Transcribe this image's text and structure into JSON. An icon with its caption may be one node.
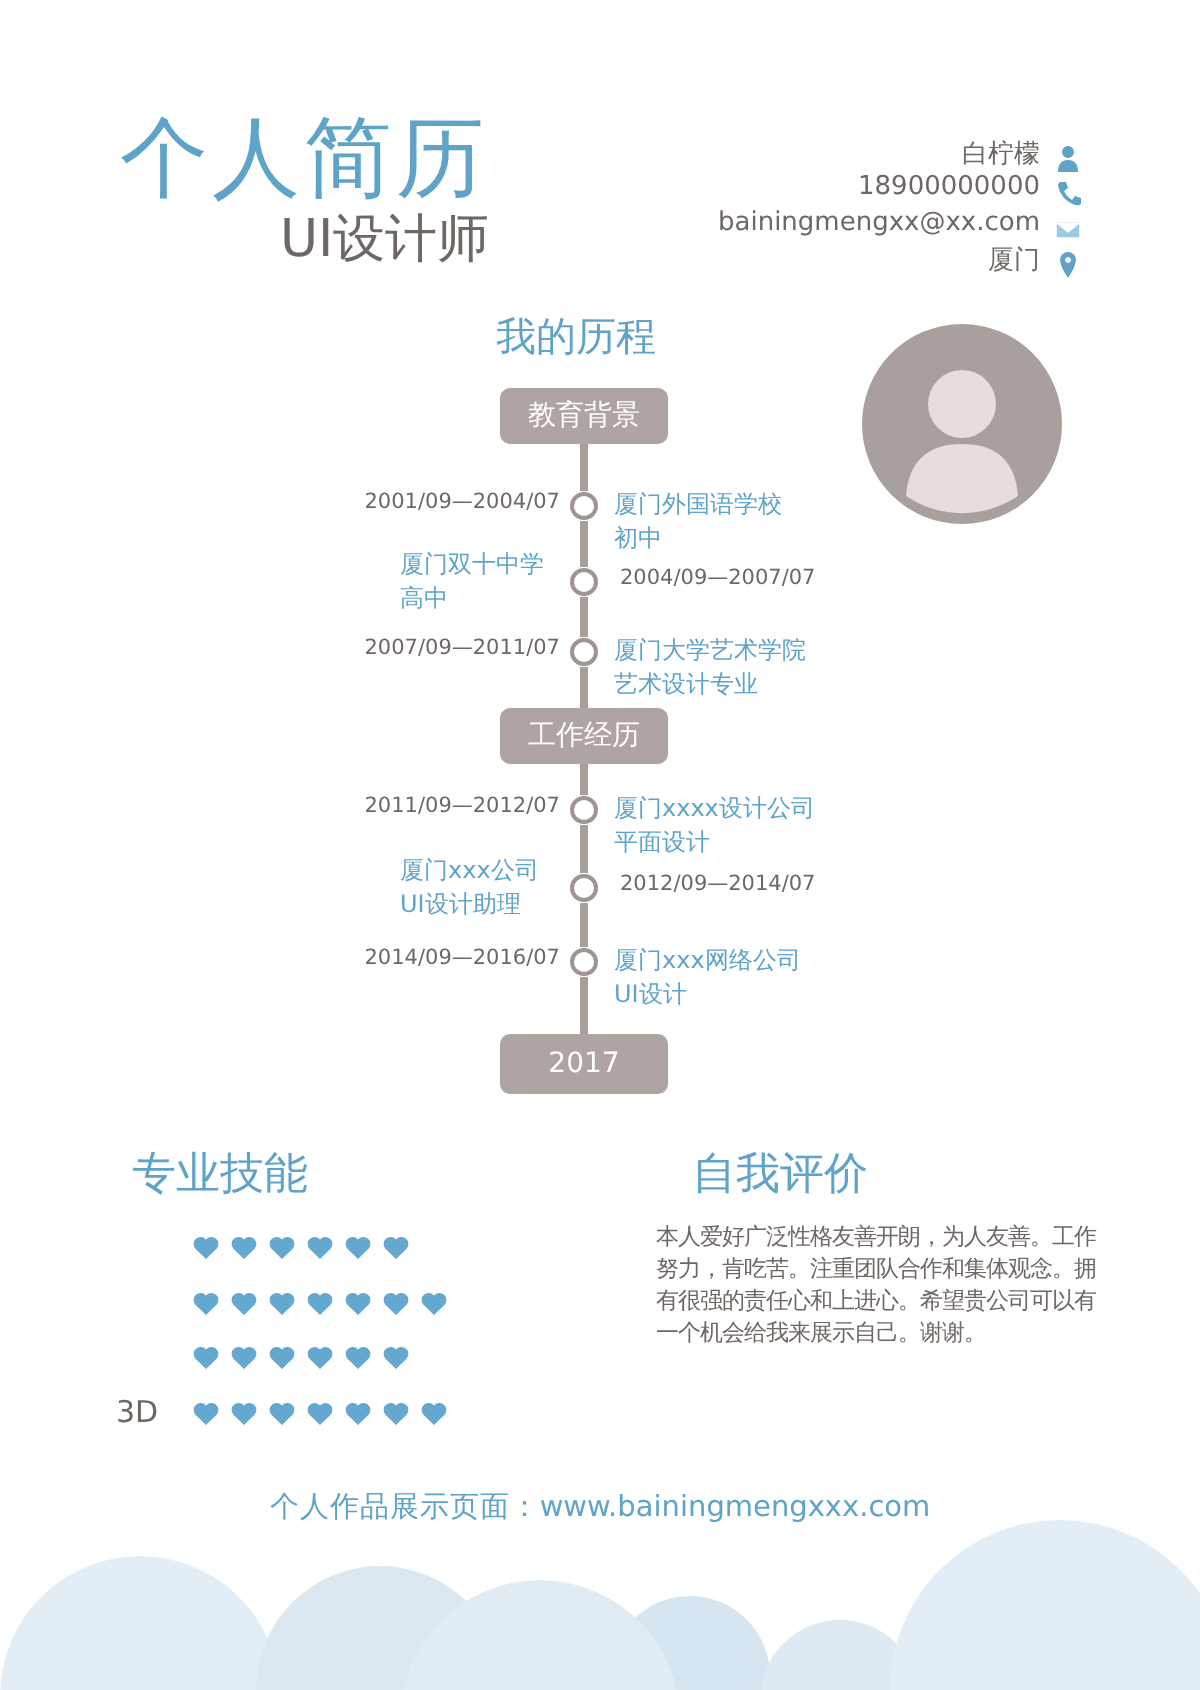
{
  "diagram": {
    "title": "个人简历",
    "nodes": [
      {
        "text": [
          "教育背景"
        ]
      },
      {
        "text": [],
        "shape": "circle",
        "beside": [
          "2001/09—2004/07",
          "厦门外国语学校",
          "初中"
        ]
      },
      {
        "text": [],
        "shape": "circle",
        "beside": [
          "厦门双十中学",
          "高中",
          "2004/09—2007/07"
        ]
      },
      {
        "text": [],
        "shape": "circle",
        "beside": [
          "2007/09—2011/07",
          "厦门大学艺术学院",
          "艺术设计专业"
        ]
      },
      {
        "text": [
          "工作经历"
        ]
      },
      {
        "text": [],
        "shape": "circle",
        "beside": [
          "2011/09—2012/07",
          "厦门xxxx设计公司",
          "平面设计"
        ]
      },
      {
        "text": [],
        "shape": "circle",
        "beside": [
          "厦门xxx公司",
          "UI设计助理",
          "2012/09—2014/07"
        ]
      },
      {
        "text": [],
        "shape": "circle",
        "beside": [
          "2014/09—2016/07",
          "厦门xxx网络公司",
          "UI设计"
        ]
      },
      {
        "text": [
          "2017"
        ]
      }
    ],
    "edges": [
      {
        "from": 0,
        "to": 1,
        "arrow": "none"
      },
      {
        "from": 1,
        "to": 2,
        "arrow": "none"
      },
      {
        "from": 2,
        "to": 3,
        "arrow": "none"
      },
      {
        "from": 3,
        "to": 4,
        "arrow": "none"
      },
      {
        "from": 4,
        "to": 5,
        "arrow": "none"
      },
      {
        "from": 5,
        "to": 6,
        "arrow": "none"
      },
      {
        "from": 6,
        "to": 7,
        "arrow": "none"
      },
      {
        "from": 7,
        "to": 8,
        "arrow": "none"
      }
    ],
    "labels": [
      "UI设计师",
      "白柠檬",
      "18900000000",
      "bainingmengxx@xx.com",
      "厦门",
      "我的历程",
      "专业技能",
      "自我评价",
      "3D",
      "本人爱好广泛性格友善开朗，为人友善。工作努力，肯吃苦。注重团队合作和集体观念。拥有很强的责任心和上进心。希望贵公司可以有一个机会给我来展示自己。谢谢。",
      "个人作品展示页面：www.bainingmengxxx.com"
    ]
  }
}
